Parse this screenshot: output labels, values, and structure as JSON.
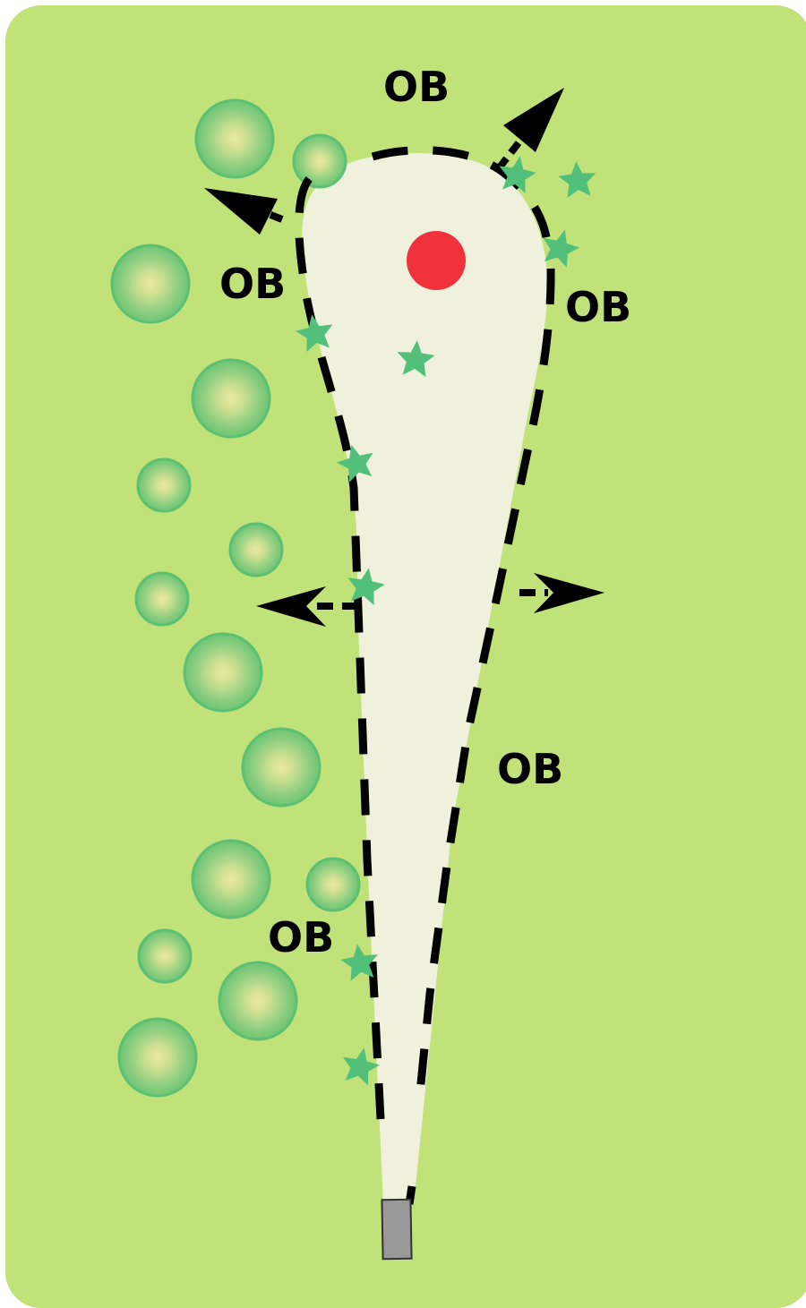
{
  "hole_map": {
    "colors": {
      "rough": "#c0e278",
      "fairway": "#eff1dd",
      "pin": "#ef323c",
      "tee": "#999999",
      "bush": "#52c07a",
      "tree_outer": "#5cc073",
      "tree_inner": "#dfe49a",
      "ob_line": "#000000"
    },
    "labels": [
      {
        "id": "ob-label-top",
        "text": "OB"
      },
      {
        "id": "ob-label-upper-left",
        "text": "OB"
      },
      {
        "id": "ob-label-upper-right",
        "text": "OB"
      },
      {
        "id": "ob-label-lower-right",
        "text": "OB"
      },
      {
        "id": "ob-label-lower-left",
        "text": "OB"
      }
    ],
    "icons": {
      "pin": "basket-pin-icon",
      "tee": "tee-pad-icon",
      "tree": "tree-icon",
      "bush": "bush-star-icon",
      "arrow": "ob-direction-arrow-icon"
    }
  }
}
